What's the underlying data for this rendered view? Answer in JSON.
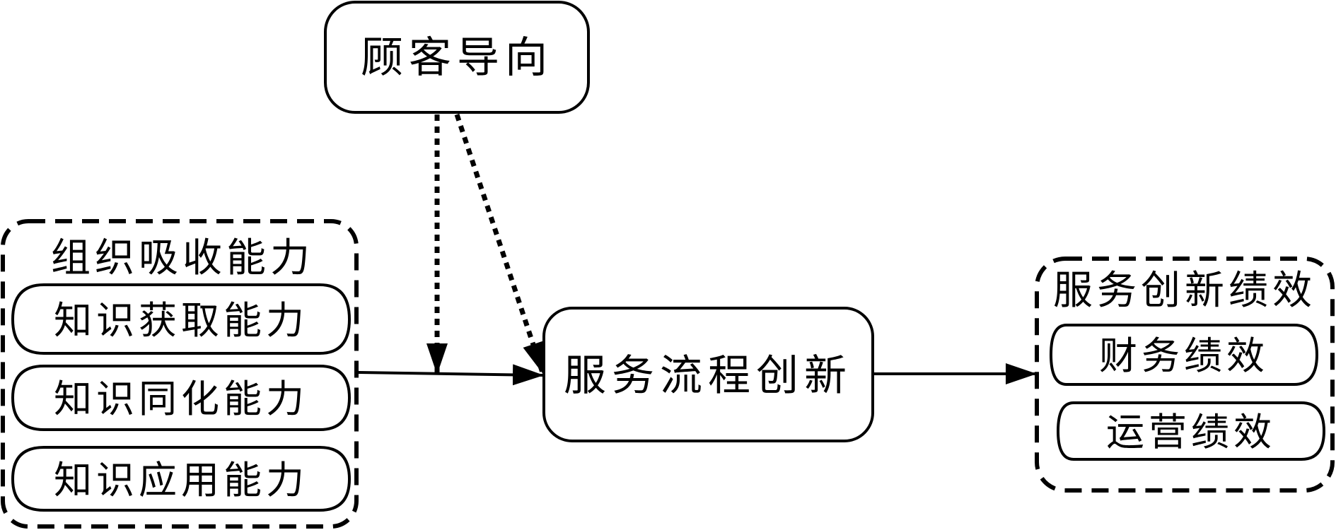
{
  "nodes": {
    "customer_orientation": "顾客导向",
    "service_process_innovation": "服务流程创新"
  },
  "groups": {
    "absorptive_capacity": {
      "title": "组织吸收能力",
      "items": [
        "知识获取能力",
        "知识同化能力",
        "知识应用能力"
      ]
    },
    "innovation_performance": {
      "title": "服务创新绩效",
      "items": [
        "财务绩效",
        "运营绩效"
      ]
    }
  },
  "colors": {
    "stroke": "#000000",
    "background": "#ffffff"
  }
}
